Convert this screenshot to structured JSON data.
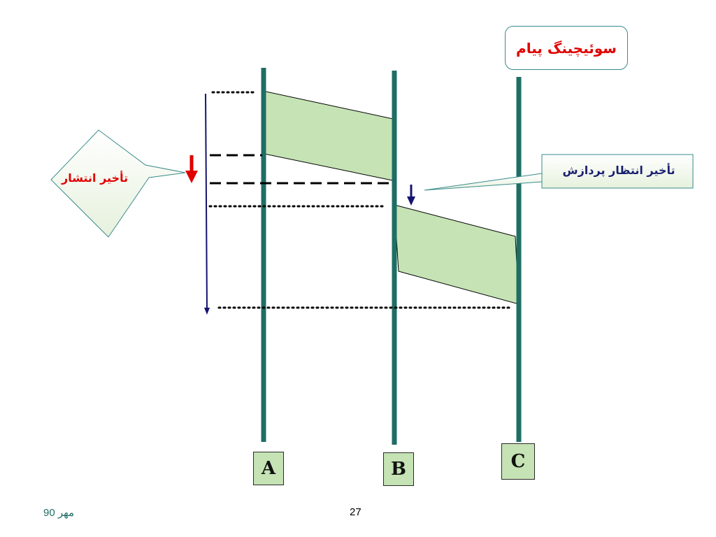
{
  "title": "سوئیچینگ پیام",
  "callouts": {
    "propagation": "تأخیر انتشار",
    "processing": "تأخیر انتظار پردازش"
  },
  "nodes": [
    "A",
    "B",
    "C"
  ],
  "footer": {
    "page_number": "27",
    "date": "مهر 90"
  },
  "colors": {
    "node_line": "#1e6e64",
    "message_fill": "#c5e3b4",
    "title_text": "#e00000",
    "propagation_text": "#e00000",
    "processing_text": "#1a2070",
    "time_arrow": "#141470",
    "delay_arrow": "#e00000",
    "footer_date": "#1e6e64"
  }
}
